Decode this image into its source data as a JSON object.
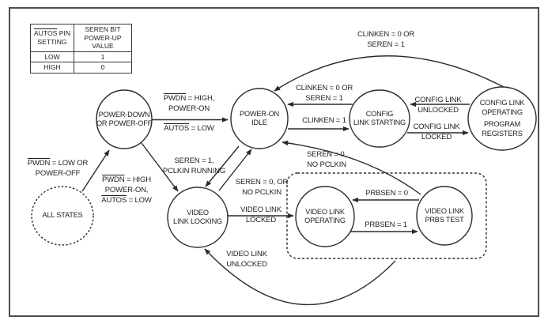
{
  "overline_words": [
    "PWDN",
    "AUTOS"
  ],
  "colors": {
    "line": "#2b2b2b",
    "text": "#1f1f1f",
    "background": "#ffffff",
    "frame": "#4d4d4d"
  },
  "table": {
    "col1_header": "AUTOS PIN\nSETTING",
    "col2_header": "SEREN BIT\nPOWER-UP VALUE",
    "rows": [
      {
        "setting": "LOW",
        "value": "1"
      },
      {
        "setting": "HIGH",
        "value": "0"
      }
    ]
  },
  "states": {
    "power_down": "POWER-DOWN\nOR POWER-OFF",
    "power_on_idle": "POWER-ON\nIDLE",
    "config_link_starting": "CONFIG\nLINK STARTING",
    "config_link_operating": "CONFIG LINK\nOPERATING",
    "config_link_operating2": "PROGRAM\nREGISTERS",
    "all_states": "ALL STATES",
    "video_link_locking": "VIDEO\nLINK LOCKING",
    "video_link_operating": "VIDEO LINK\nOPERATING",
    "video_link_prbs": "VIDEO LINK\nPRBS TEST"
  },
  "edge_labels": {
    "pwdn_low": "PWDN = LOW OR\nPOWER-OFF",
    "pwdn_high_top": "PWDN = HIGH,\nPOWER-ON",
    "autos_low_top": "AUTOS = LOW",
    "pwdn_high_diag": "PWDN = HIGH\nPOWER-ON,\nAUTOS = LOW",
    "seren1_pclkin": "SEREN = 1,\nPCLKIN RUNNING",
    "seren0_or": "SEREN = 0, OR\nNO PCLKIN",
    "video_link_locked": "VIDEO LINK\nLOCKED",
    "seren0_no_pclkin": "SEREN = 0,\nNO PCLKIN",
    "video_link_unlocked": "VIDEO LINK\nUNLOCKED",
    "clinken0_arc": "CLINKEN = 0 OR\nSEREN = 1",
    "clinken0_mid": "CLINKEN = 0 OR\nSEREN = 1",
    "clinken1": "CLINKEN = 1",
    "config_unlocked": "CONFIG LINK\nUNLOCKED",
    "config_locked": "CONFIG LINK\nLOCKED",
    "prbsen0": "PRBSEN = 0",
    "prbsen1": "PRBSEN = 1"
  }
}
